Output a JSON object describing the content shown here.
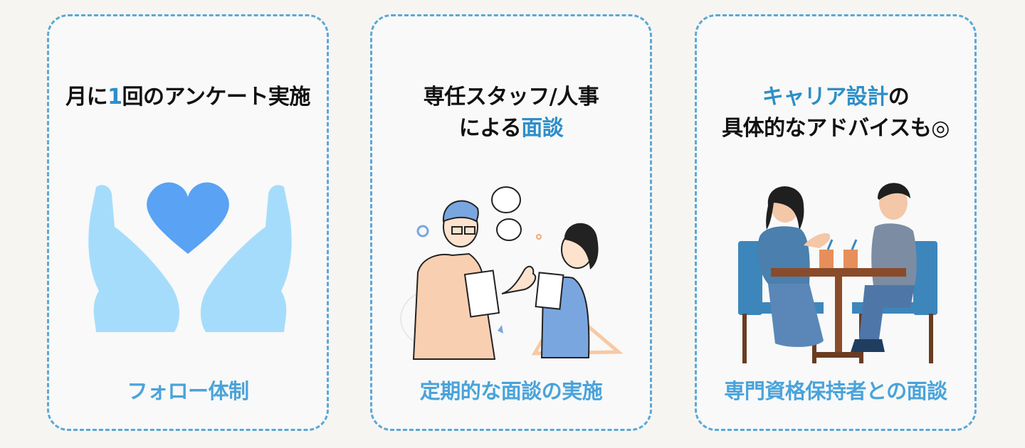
{
  "cards": [
    {
      "heading_parts": [
        "月に",
        "1",
        "回のアンケート実施"
      ],
      "footer": "フォロー体制",
      "icon": "heart-in-hands-icon"
    },
    {
      "heading_line1": "専任スタッフ/人事",
      "heading_line2_parts": [
        "による",
        "面談"
      ],
      "footer": "定期的な面談の実施",
      "icon": "two-people-talking-illustration"
    },
    {
      "heading_line1_parts": [
        "キャリア設計",
        "の"
      ],
      "heading_line2": "具体的なアドバイスも◎",
      "footer": "専門資格保持者との面談",
      "icon": "cafe-meeting-illustration"
    }
  ],
  "colors": {
    "accent": "#2e8ec9",
    "footer_text": "#4aa3da",
    "border": "#5ba8d6",
    "heart": "#5aa2f3",
    "hands": "#a6dcfb"
  }
}
